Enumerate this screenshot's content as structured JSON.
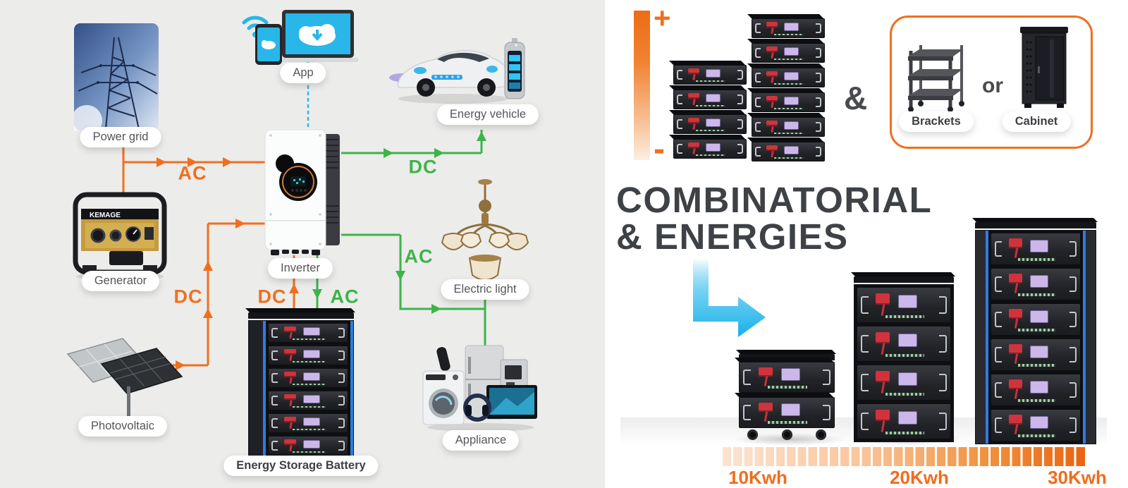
{
  "left_diagram": {
    "nodes": {
      "power_grid": {
        "label": "Power grid"
      },
      "app": {
        "label": "App"
      },
      "energy_vehicle": {
        "label": "Energy vehicle"
      },
      "generator": {
        "label": "Generator",
        "brand": "KEMAGE"
      },
      "inverter": {
        "label": "Inverter"
      },
      "electric_light": {
        "label": "Electric light"
      },
      "photovoltaic": {
        "label": "Photovoltaic"
      },
      "energy_storage_battery": {
        "label": "Energy Storage Battery",
        "modules": 6
      },
      "appliance": {
        "label": "Appliance"
      }
    },
    "flow_labels": {
      "grid_ac": "AC",
      "pv_dc": "DC",
      "inverter_dc": "DC",
      "inverter_ac": "AC",
      "vehicle_dc": "DC",
      "light_ac": "AC"
    }
  },
  "right_panel": {
    "polarity": {
      "plus": "+",
      "minus": "-"
    },
    "stacks": {
      "module_counts": [
        4,
        6
      ]
    },
    "accessories": {
      "amp": "&",
      "or": "or",
      "brackets_label": "Brackets",
      "cabinet_label": "Cabinet"
    },
    "title_line1": "COMBINATORIAL",
    "title_line2": "& ENERGIES",
    "products": [
      {
        "capacity": "10Kwh",
        "modules": 2
      },
      {
        "capacity": "20Kwh",
        "modules": 4
      },
      {
        "capacity": "30Kwh",
        "modules": 6
      }
    ]
  },
  "colors": {
    "orange": "#f06f1f",
    "green": "#3cb44a",
    "cyan": "#29b7e9",
    "title_gray": "#3e4145"
  }
}
